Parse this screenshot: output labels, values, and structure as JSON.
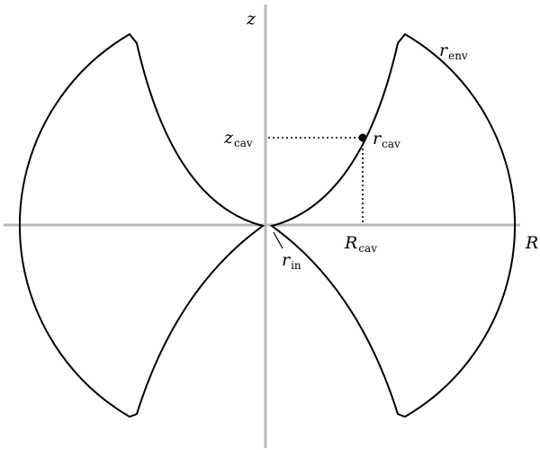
{
  "axes": {
    "horizontal": {
      "symbol": "R",
      "color": "#b9b9b9"
    },
    "vertical": {
      "symbol": "z",
      "color": "#b9b9b9"
    }
  },
  "labels": {
    "envelope": {
      "symbol": "r",
      "subscript": "env"
    },
    "cavity_point": {
      "symbol": "r",
      "subscript": "cav"
    },
    "inner": {
      "symbol": "r",
      "subscript": "in"
    },
    "z_cavity": {
      "symbol": "z",
      "subscript": "cav"
    },
    "R_cavity": {
      "symbol": "R",
      "subscript": "cav"
    }
  },
  "colors": {
    "curve": "#000000",
    "axis": "#b9b9b9",
    "background": "#ffffff"
  }
}
